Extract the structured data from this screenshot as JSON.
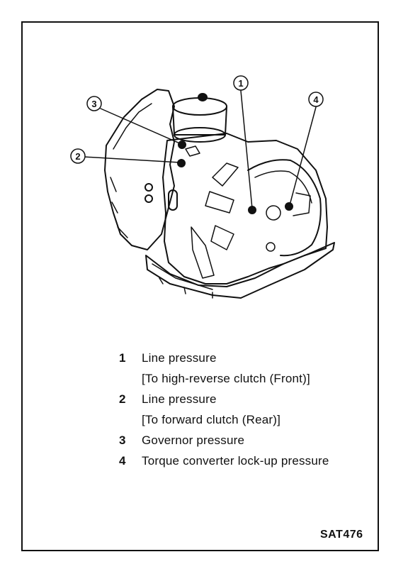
{
  "callouts": [
    "1",
    "2",
    "3",
    "4"
  ],
  "legend": [
    {
      "number": "1",
      "label": "Line pressure",
      "sub": "[To high-reverse clutch (Front)]"
    },
    {
      "number": "2",
      "label": "Line pressure",
      "sub": "[To forward clutch (Rear)]"
    },
    {
      "number": "3",
      "label": "Governor pressure",
      "sub": ""
    },
    {
      "number": "4",
      "label": "Torque converter lock-up pressure",
      "sub": ""
    }
  ],
  "figure_code": "SAT476"
}
